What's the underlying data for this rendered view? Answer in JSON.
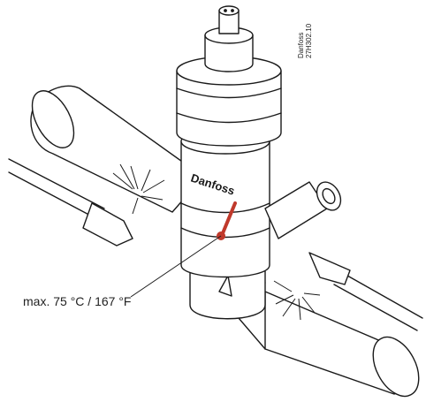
{
  "labels": {
    "temperature_limit": "max. 75 °C / 167 °F",
    "manufacturer_code": "Danfoss",
    "drawing_code": "27H302.10",
    "body_brand": "Danfoss"
  },
  "colors": {
    "line": "#1a1a1a",
    "heat_marker": "#c0392b",
    "flame": "#1a1a1a"
  }
}
